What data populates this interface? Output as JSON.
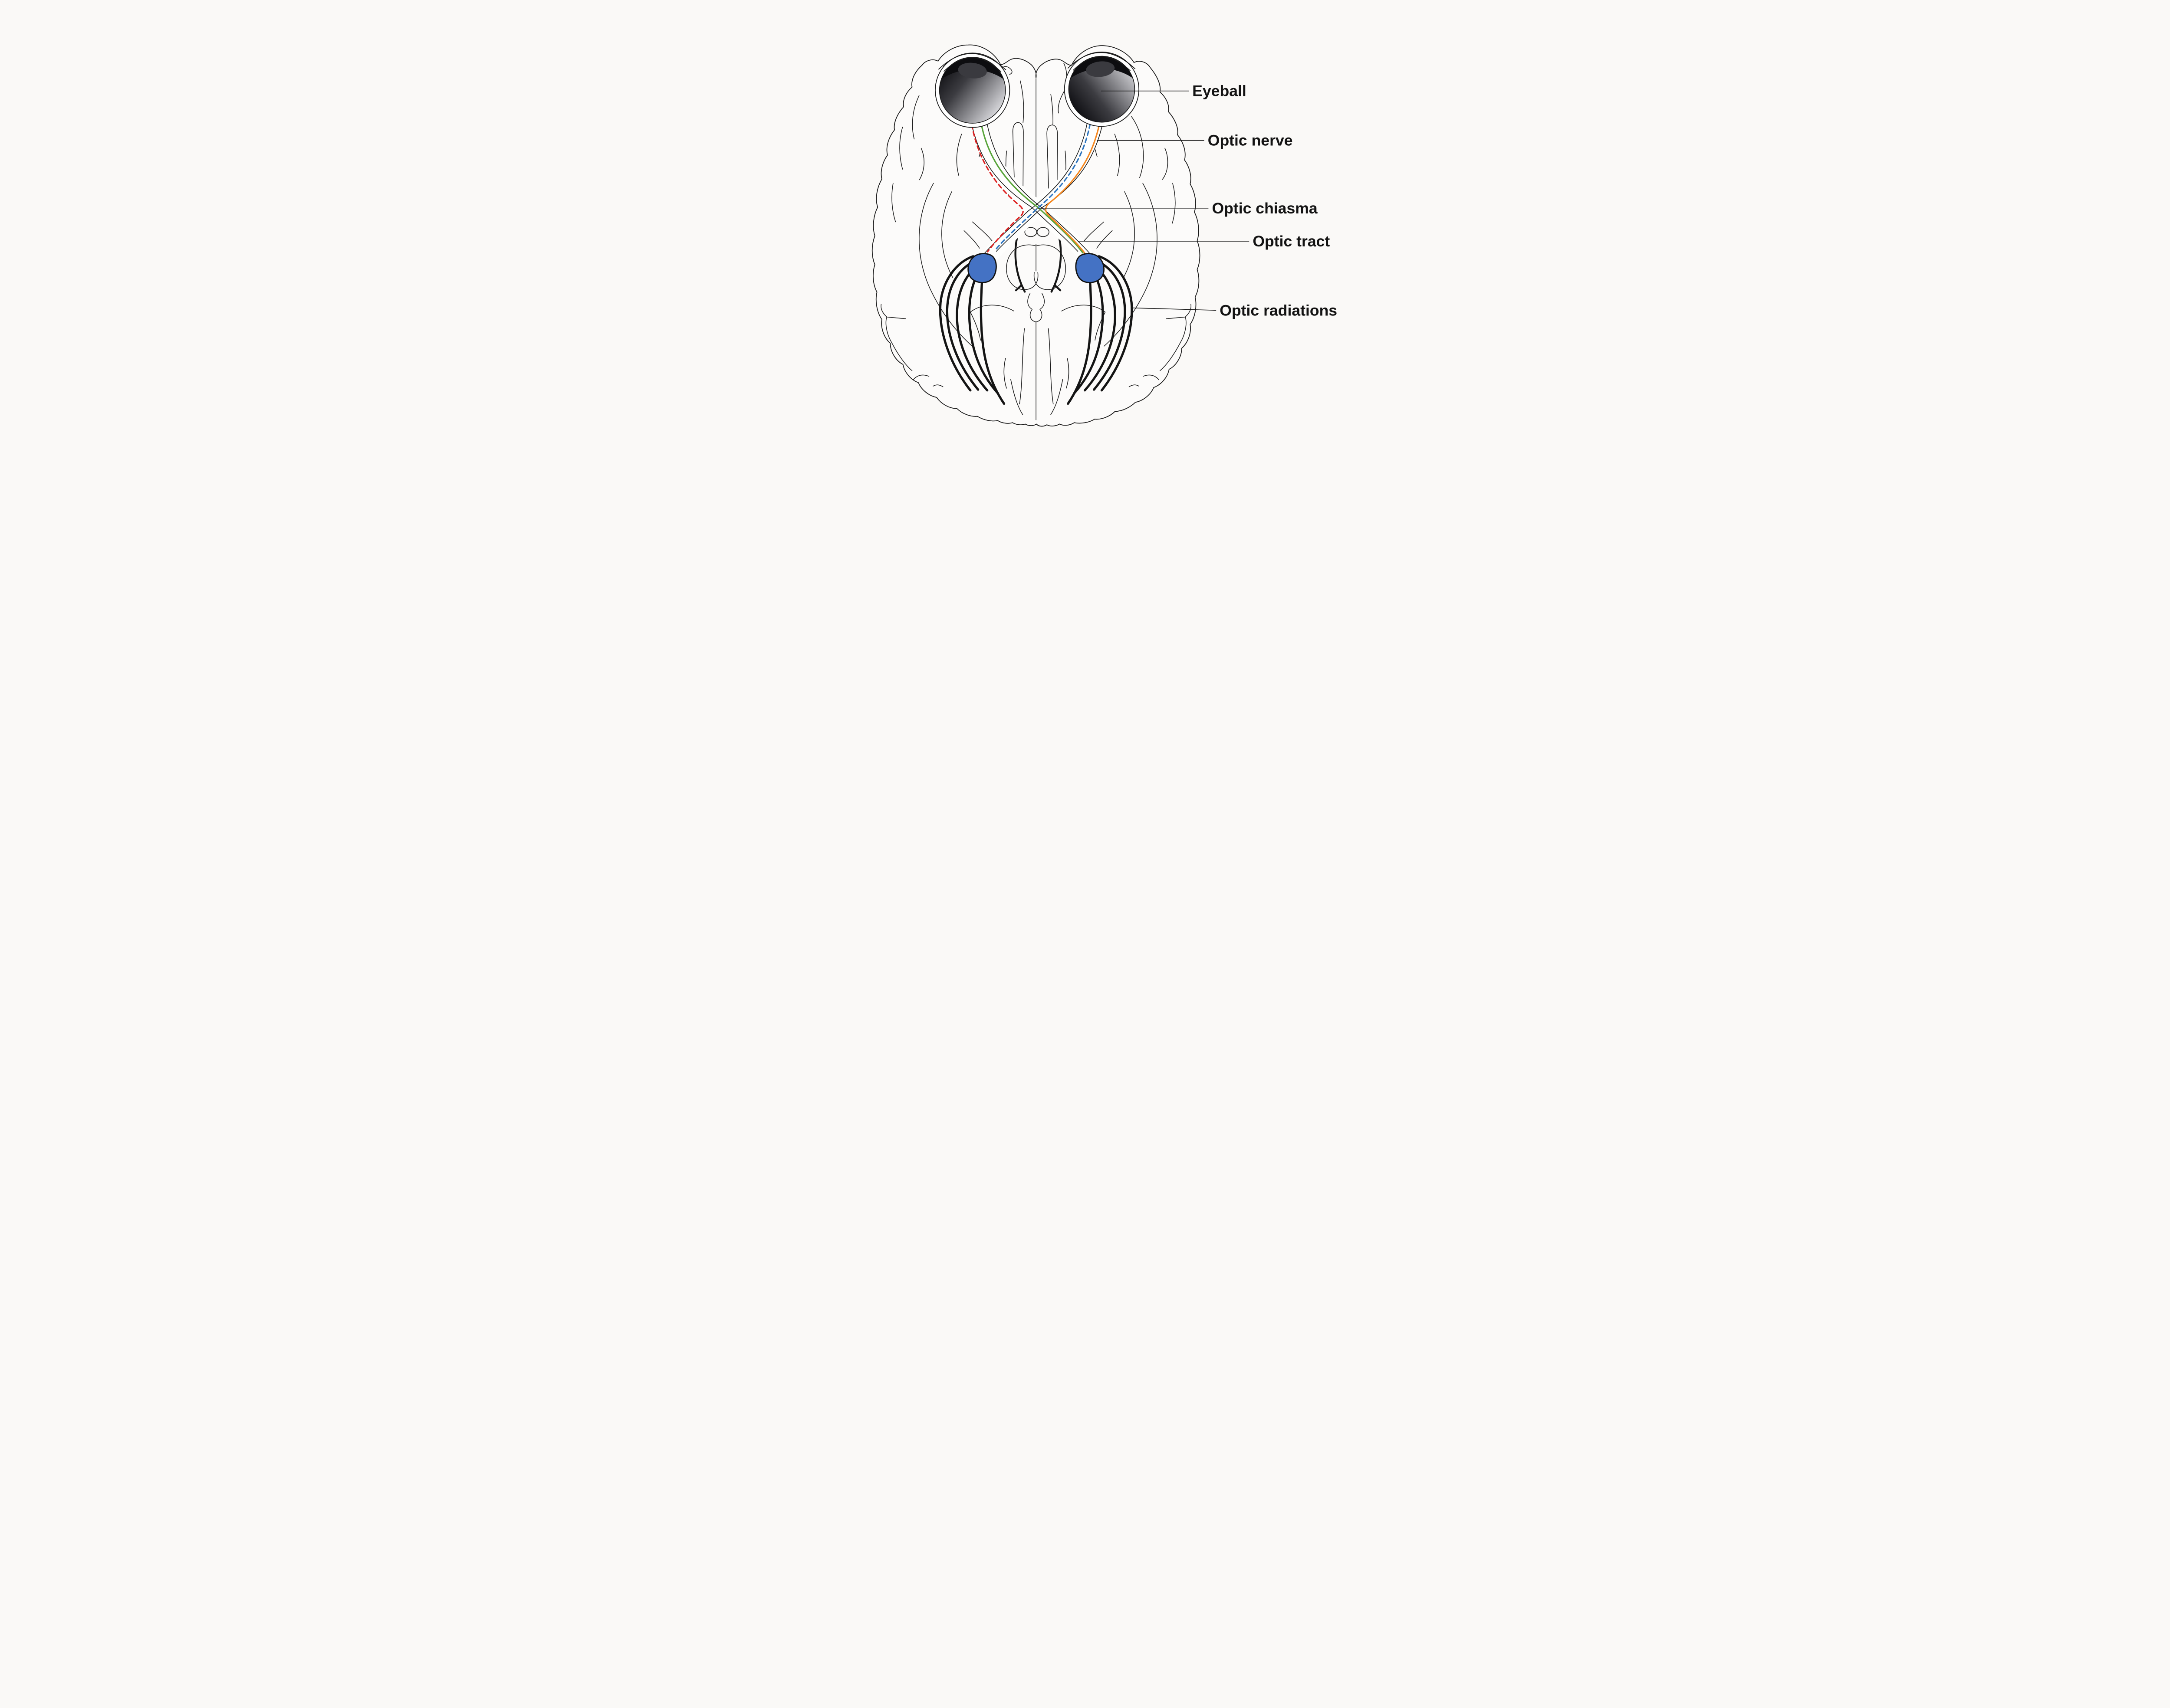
{
  "labels": {
    "eyeball": "Eyeball",
    "optic_nerve": "Optic nerve",
    "optic_chiasma": "Optic chiasma",
    "optic_tract": "Optic tract",
    "optic_radiations": "Optic radiations"
  },
  "colors": {
    "background": "#FAF9F7",
    "ink": "#1A1A1A",
    "label_text": "#131313",
    "fiber_green": "#58A43A",
    "fiber_orange": "#F5871F",
    "fiber_red": "#DD2020",
    "fiber_blue": "#2D74BE",
    "lgn_fill": "#4472C4",
    "eye_dark": "#111115",
    "eye_mid": "#3C3C41",
    "eye_light": "#D7D7DB",
    "iris_fill": "#0D0D10",
    "lens_fill": "#3A3A3F"
  }
}
